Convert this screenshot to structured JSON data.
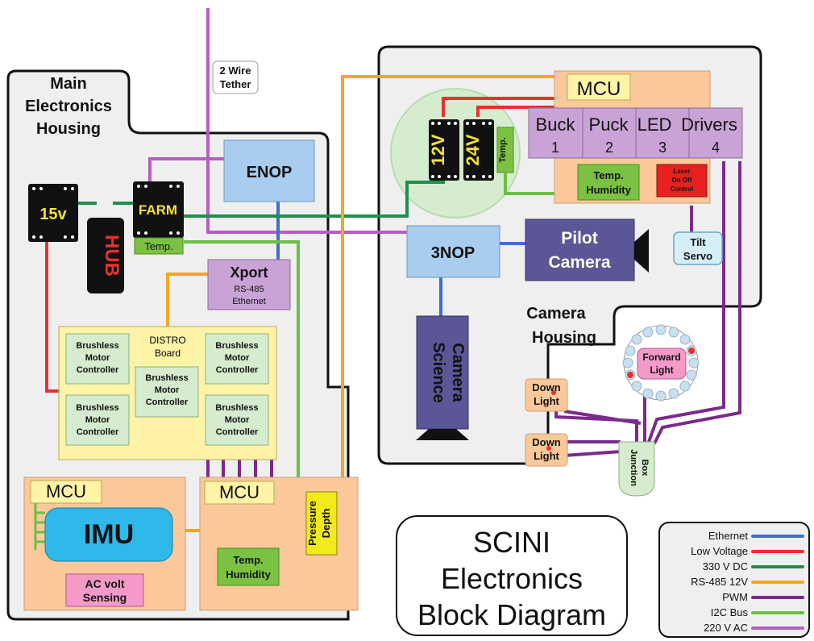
{
  "diagram_title": [
    "SCINI",
    "Electronics",
    "Block Diagram"
  ],
  "housings": {
    "main": [
      "Main",
      "Electronics",
      "Housing"
    ],
    "camera": [
      "Camera",
      "Housing"
    ]
  },
  "tether": [
    "2 Wire",
    "Tether"
  ],
  "components": {
    "enop": "ENOP",
    "three_nop": "3NOP",
    "pilot_camera": [
      "Pilot",
      "Camera"
    ],
    "science_camera": [
      "Science",
      "Camera"
    ],
    "mcu_camera": "MCU",
    "mcu_imu": "MCU",
    "mcu_main": "MCU",
    "chip_15v": "15v",
    "chip_farm": "FARM",
    "chip_12v": "12V",
    "chip_24v": "24V",
    "hub": "HUB",
    "temp_main": "Temp.",
    "temp_camera": "Temp.",
    "xport": [
      "Xport",
      "RS-485",
      "Ethernet"
    ],
    "distro": [
      "DISTRO",
      "Board"
    ],
    "brushless": [
      "Brushless",
      "Motor",
      "Controller"
    ],
    "drivers_title": "Drivers",
    "drivers": [
      {
        "name": "Buck",
        "num": "1"
      },
      {
        "name": "Puck",
        "num": "2"
      },
      {
        "name": "LED",
        "num": "3"
      },
      {
        "name": "",
        "num": "4"
      }
    ],
    "temp_humidity": [
      "Temp.",
      "Humidity"
    ],
    "laser": [
      "Laser",
      "On Off",
      "Control"
    ],
    "tilt_servo": [
      "Tilt",
      "Servo"
    ],
    "imu": "IMU",
    "ac_volt": [
      "AC volt",
      "Sensing"
    ],
    "pressure_depth": [
      "Pressure",
      "Depth"
    ],
    "forward_light": [
      "Forward",
      "Light"
    ],
    "down_light": [
      "Down",
      "Light"
    ],
    "junction_box": [
      "Junction",
      "Box"
    ]
  },
  "legend": [
    {
      "label": "Ethernet",
      "color": "#3f6fcf"
    },
    {
      "label": "Low Voltage",
      "color": "#e8312c"
    },
    {
      "label": "330 V DC",
      "color": "#1f8f4e"
    },
    {
      "label": "RS-485  12V",
      "color": "#f5a623"
    },
    {
      "label": "PWM",
      "color": "#7a2a8c"
    },
    {
      "label": "I2C Bus",
      "color": "#6abf45"
    },
    {
      "label": "220 V AC",
      "color": "#b85cc4"
    }
  ],
  "colors": {
    "ethernet": "#3f6fcf",
    "low_voltage": "#e8312c",
    "v330": "#1f8f4e",
    "rs485": "#f5a623",
    "pwm": "#7a2a8c",
    "i2c": "#6abf45",
    "ac220": "#b85cc4",
    "light_blue_box": "#a9cdee",
    "peach": "#fbc89a",
    "lavender": "#c9a3d6",
    "yellow": "#fff3a8",
    "green_box": "#7cc242",
    "imu_blue": "#2fb8ea",
    "pink": "#f59ac8"
  }
}
